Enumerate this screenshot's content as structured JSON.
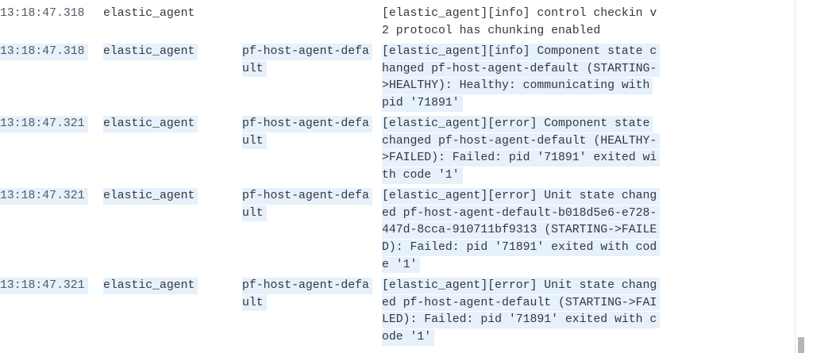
{
  "highlight_color": "#e6f1fb",
  "rows": [
    {
      "time": "13:18:47.318",
      "source": "elastic_agent",
      "component": [],
      "message": [
        "[elastic_agent][info] control checkin v",
        "2 protocol has chunking enabled"
      ],
      "highlighted": false
    },
    {
      "time": "13:18:47.318",
      "source": "elastic_agent",
      "component": [
        "pf-host-agent-defa",
        "ult"
      ],
      "message": [
        "[elastic_agent][info] Component state c",
        "hanged pf-host-agent-default (STARTING-",
        ">HEALTHY): Healthy: communicating with",
        "pid '71891'"
      ],
      "highlighted": true
    },
    {
      "time": "13:18:47.321",
      "source": "elastic_agent",
      "component": [
        "pf-host-agent-defa",
        "ult"
      ],
      "message": [
        "[elastic_agent][error] Component state",
        "changed pf-host-agent-default (HEALTHY-",
        ">FAILED): Failed: pid '71891' exited wi",
        "th code '1'"
      ],
      "highlighted": true
    },
    {
      "time": "13:18:47.321",
      "source": "elastic_agent",
      "component": [
        "pf-host-agent-defa",
        "ult"
      ],
      "message": [
        "[elastic_agent][error] Unit state chang",
        "ed pf-host-agent-default-b018d5e6-e728-",
        "447d-8cca-910711bf9313 (STARTING->FAILE",
        "D): Failed: pid '71891' exited with cod",
        "e '1'"
      ],
      "highlighted": true
    },
    {
      "time": "13:18:47.321",
      "source": "elastic_agent",
      "component": [
        "pf-host-agent-defa",
        "ult"
      ],
      "message": [
        "[elastic_agent][error] Unit state chang",
        "ed pf-host-agent-default (STARTING->FAI",
        "LED): Failed: pid '71891' exited with c",
        "ode '1'"
      ],
      "highlighted": true
    }
  ]
}
